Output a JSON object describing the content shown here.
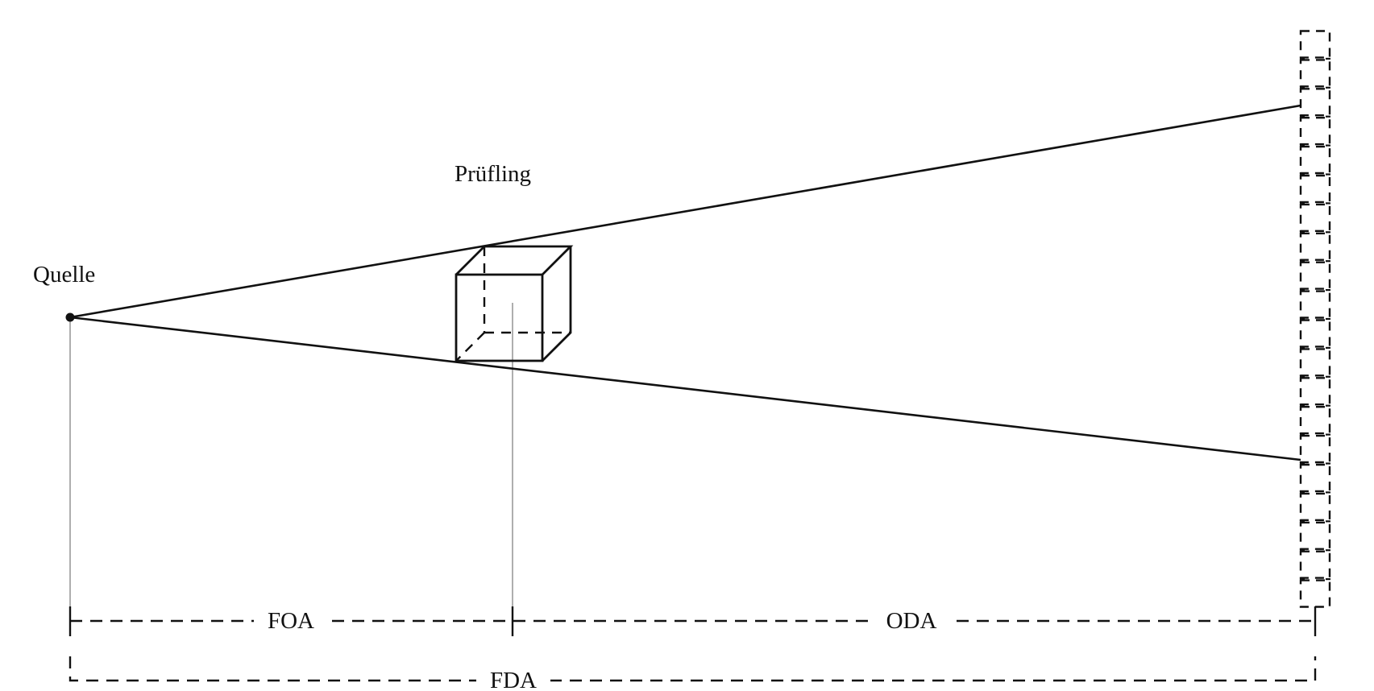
{
  "labels": {
    "source": "Quelle",
    "specimen": "Prüfling",
    "foa": "FOA",
    "oda": "ODA",
    "fda": "FDA"
  },
  "detector": {
    "pixel_count": 20
  },
  "colors": {
    "ink": "#111111",
    "guide": "#9a9a9a",
    "background": "#ffffff"
  }
}
